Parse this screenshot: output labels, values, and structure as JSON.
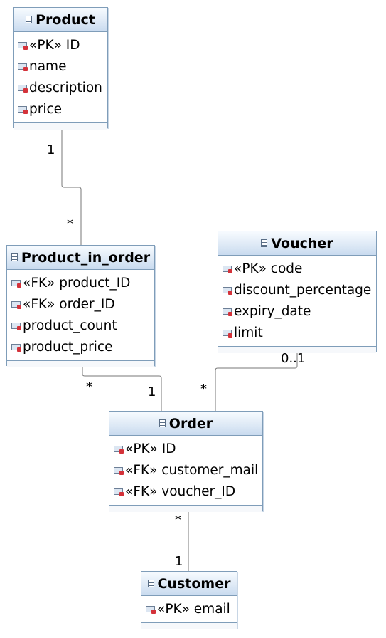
{
  "classes": {
    "product": {
      "name": "Product",
      "attributes": [
        "«PK» ID",
        "name",
        "description",
        "price"
      ]
    },
    "product_in_order": {
      "name": "Product_in_order",
      "attributes": [
        "«FK» product_ID",
        "«FK» order_ID",
        "product_count",
        "product_price"
      ]
    },
    "voucher": {
      "name": "Voucher",
      "attributes": [
        "«PK» code",
        "discount_percentage",
        "expiry_date",
        "limit"
      ]
    },
    "order": {
      "name": "Order",
      "attributes": [
        "«PK» ID",
        "«FK» customer_mail",
        "«FK» voucher_ID"
      ]
    },
    "customer": {
      "name": "Customer",
      "attributes": [
        "«PK» email"
      ]
    }
  },
  "relationships": {
    "product_pio": {
      "source": "1",
      "target": "*"
    },
    "pio_order": {
      "source": "*",
      "target": "1"
    },
    "voucher_order": {
      "source": "0..1",
      "target": "*"
    },
    "order_customer": {
      "source": "*",
      "target": "1"
    }
  },
  "icons": {
    "class_icon": "table-icon",
    "attribute_icon": "column-icon"
  },
  "colors": {
    "header_gradient_top": "#f7fbff",
    "header_gradient_bottom": "#c9dbef",
    "border": "#7f9db9",
    "key_marker": "#d4323a",
    "connector": "#777777"
  }
}
